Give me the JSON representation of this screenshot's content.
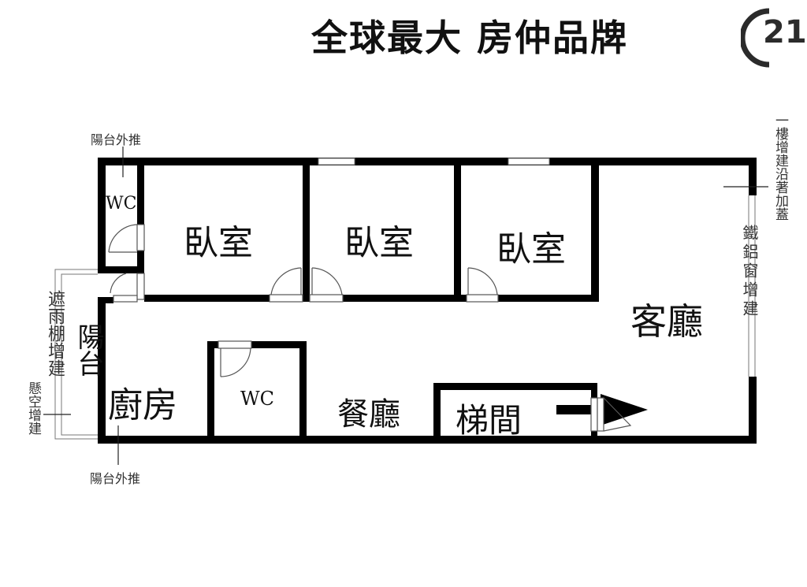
{
  "header": {
    "slogan": "全球最大  房仲品牌",
    "logo_text": "21"
  },
  "rooms": {
    "bedroom_1": "臥室",
    "bedroom_2": "臥室",
    "bedroom_3": "臥室",
    "living_room": "客廳",
    "dining_room": "餐廳",
    "kitchen": "廚房",
    "stairwell": "梯間",
    "wc_small": "WC",
    "wc_main": "WC",
    "balcony": "陽台"
  },
  "annotations": {
    "balcony_push_top": "陽台外推",
    "balcony_push_bottom": "陽台外推",
    "rain_shelter": "遮雨棚增建",
    "cantilever": "懸空增建",
    "first_floor_extension": "一樓增建沿著加蓋",
    "iron_aluminum_window": "鐵鋁窗增建"
  },
  "colors": {
    "wall": "#000000",
    "thin_line": "#555555",
    "background": "#ffffff"
  }
}
